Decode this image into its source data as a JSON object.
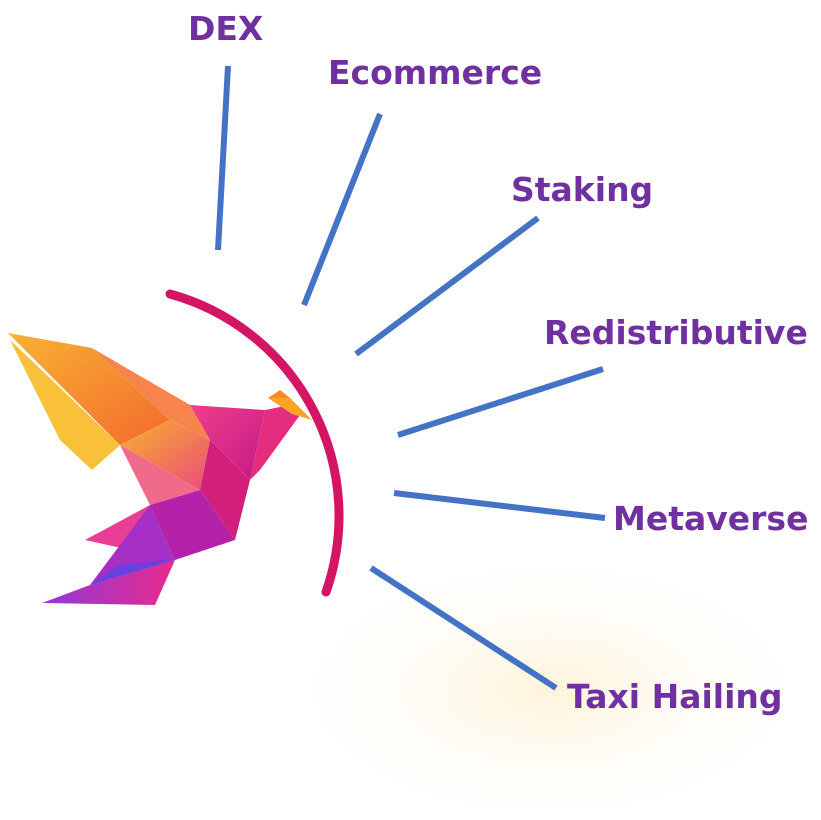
{
  "colors": {
    "label_text": "#7030A0",
    "spoke_line": "#4472C4",
    "arc": "#D41563",
    "bird_orange": "#F8A21C",
    "bird_pink": "#E9267E",
    "bird_purple": "#8E3AD9"
  },
  "logo": {
    "icon": "origami-bird-icon"
  },
  "labels": {
    "dex": "DEX",
    "ecommerce": "Ecommerce",
    "staking": "Staking",
    "redistributive": "Redistributive",
    "metaverse": "Metaverse",
    "taxi_hailing": "Taxi Hailing"
  }
}
